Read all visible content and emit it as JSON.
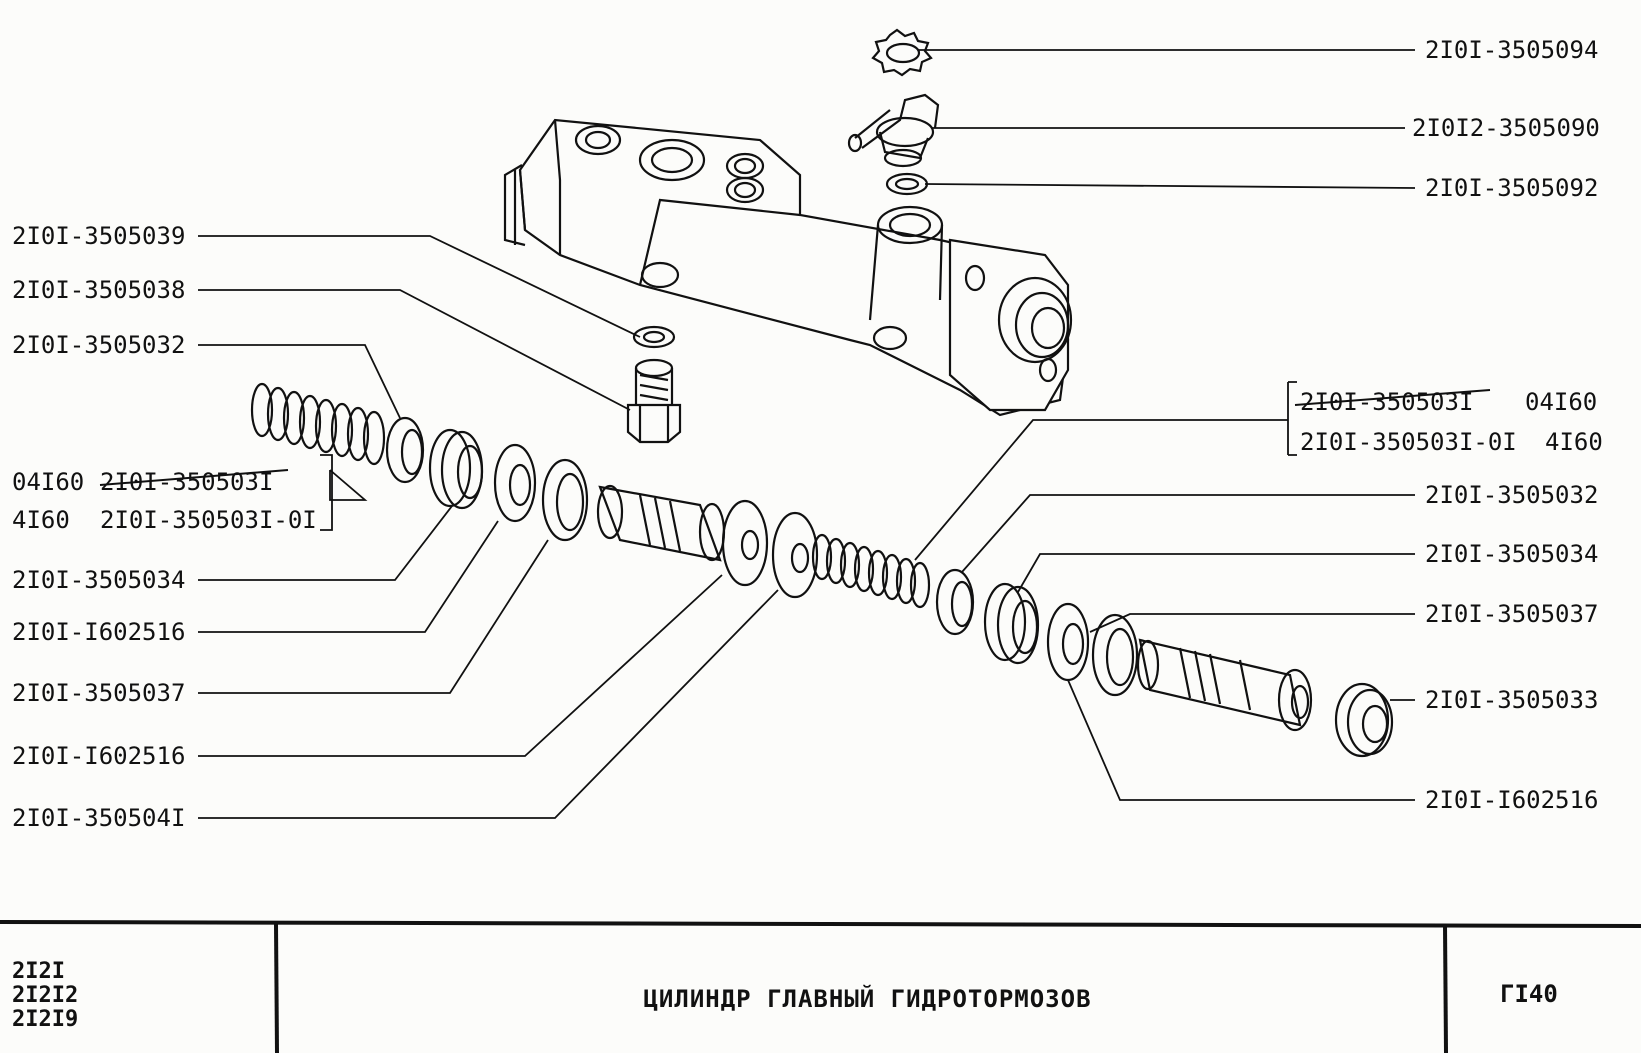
{
  "diagram": {
    "labels_right": [
      "2I0I-3505094",
      "2I0I2-3505090",
      "2I0I-3505092",
      "2I0I-3505032",
      "2I0I-3505034",
      "2I0I-3505037",
      "2I0I-3505033",
      "2I0I-I602516"
    ],
    "labels_left": [
      "2I0I-3505039",
      "2I0I-3505038",
      "2I0I-3505032",
      "2I0I-3505034",
      "2I0I-I602516",
      "2I0I-3505037",
      "2I0I-I602516",
      "2I0I-350504I"
    ],
    "group_left": {
      "row1_code": "04I60",
      "row1_part": "2I0I-350503I",
      "row2_code": "4I60",
      "row2_part": "2I0I-350503I-0I"
    },
    "group_right": {
      "row1_part": "2I0I-350503I",
      "row1_code": "04I60",
      "row2_part": "2I0I-350503I-0I",
      "row2_code": "4I60"
    }
  },
  "title_block": {
    "models": [
      "2I2I",
      "2I2I2",
      "2I2I9"
    ],
    "title": "ЦИЛИНДР ГЛАВНЫЙ ГИДРОТОРМОЗОВ",
    "sheet": "ГI40"
  }
}
